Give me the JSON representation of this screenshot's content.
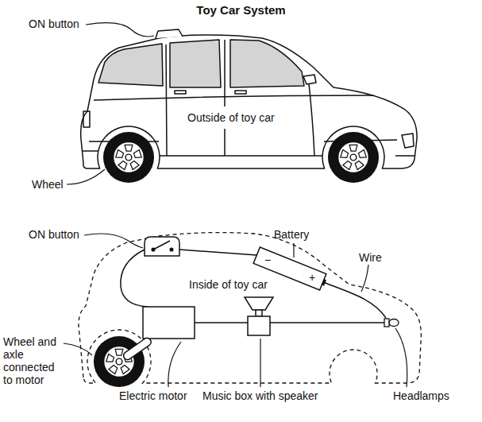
{
  "diagram": {
    "title": "Toy Car System",
    "labels": [
      "ON button",
      "Outside of toy car",
      "Wheel",
      "ON button",
      "Battery",
      "−",
      "+",
      "Wire",
      "Inside of toy car",
      "Wheel and axle connected to motor",
      "Electric motor",
      "Music box with speaker",
      "Headlamps"
    ]
  }
}
